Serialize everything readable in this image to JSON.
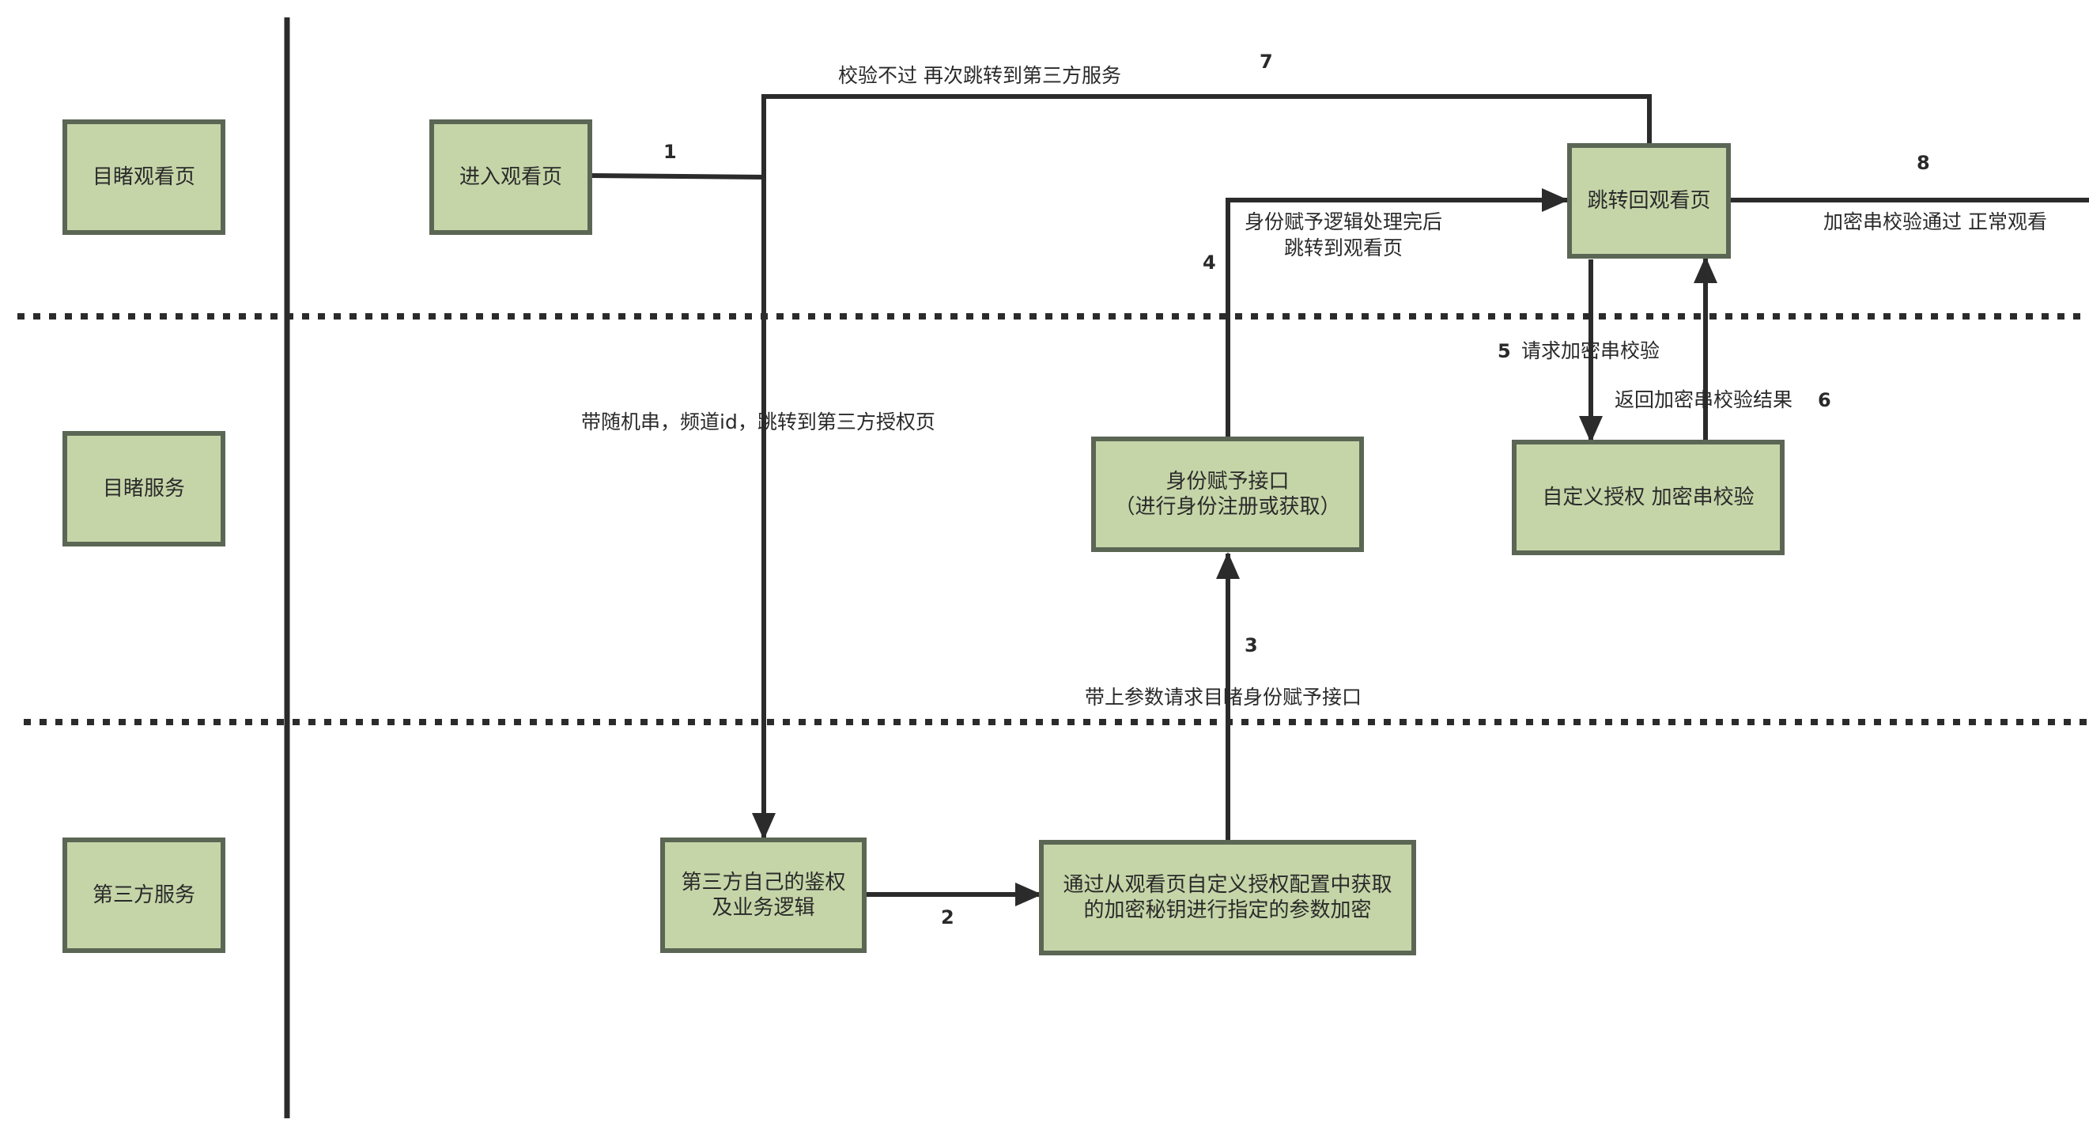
{
  "lanes": {
    "viewing_page": "目睹观看页",
    "mudu_service": "目睹服务",
    "third_party_service": "第三方服务"
  },
  "nodes": {
    "enter_page": "进入观看页",
    "redirect_back": "跳转回观看页",
    "identity_api": "身份赋予接口\n（进行身份注册或获取）",
    "custom_auth": "自定义授权 加密串校验",
    "third_party_auth": "第三方自己的鉴权\n及业务逻辑",
    "encrypt_params": "通过从观看页自定义授权配置中获取\n的加密秘钥进行指定的参数加密"
  },
  "edges": {
    "e1": {
      "num": "1",
      "label": "带随机串，频道id，跳转到第三方授权页"
    },
    "e2": {
      "num": "2"
    },
    "e3": {
      "num": "3",
      "label": "带上参数请求目睹身份赋予接口"
    },
    "e4": {
      "num": "4",
      "label": "身份赋予逻辑处理完后\n跳转到观看页"
    },
    "e5": {
      "num": "5",
      "label": "请求加密串校验"
    },
    "e6": {
      "num": "6",
      "label": "返回加密串校验结果"
    },
    "e7": {
      "num": "7",
      "label": "校验不过 再次跳转到第三方服务"
    },
    "e8": {
      "num": "8",
      "label": "加密串校验通过 正常观看"
    }
  },
  "colors": {
    "box_fill": "#c5d5a8",
    "box_border": "#5b6654",
    "line": "#2b2b2b"
  }
}
